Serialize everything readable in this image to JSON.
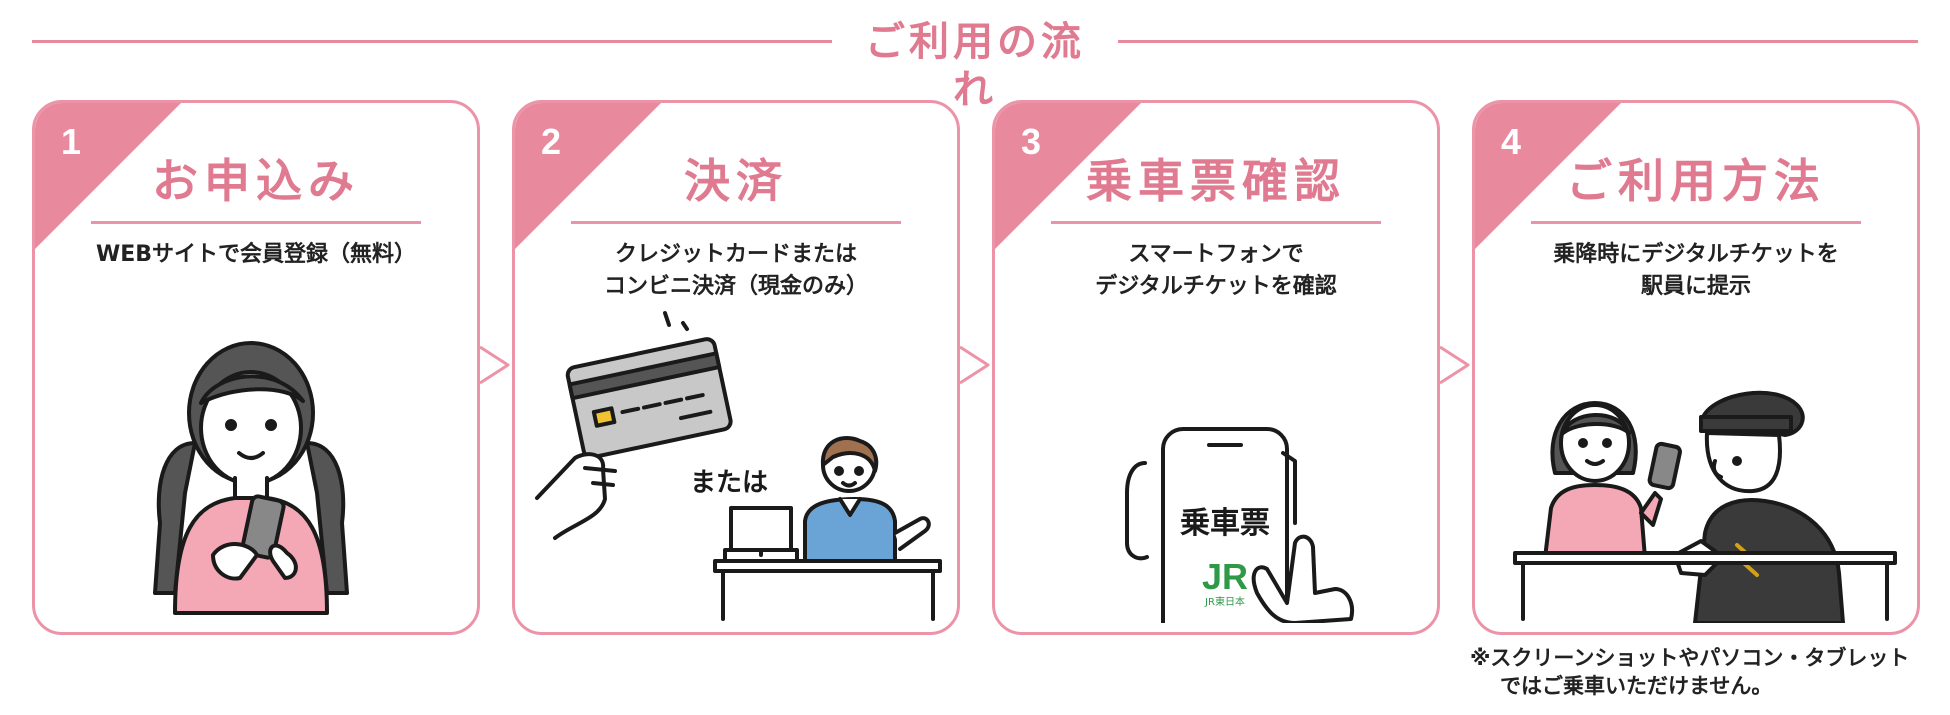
{
  "header": {
    "title": "ご利用の流れ"
  },
  "steps": [
    {
      "number": "1",
      "title": "お申込み",
      "desc": [
        "WEBサイトで会員登録（無料）"
      ]
    },
    {
      "number": "2",
      "title": "決済",
      "desc": [
        "クレジットカードまたは",
        "コンビニ決済（現金のみ）"
      ],
      "or_label": "または"
    },
    {
      "number": "3",
      "title": "乗車票確認",
      "desc": [
        "スマートフォンで",
        "デジタルチケットを確認"
      ],
      "phone_text": "乗車票",
      "logo_text": "JR",
      "logo_sub": "JR東日本"
    },
    {
      "number": "4",
      "title": "ご利用方法",
      "desc": [
        "乗降時にデジタルチケットを",
        "駅員に提示"
      ]
    }
  ],
  "footnote": [
    "※スクリーンショットやパソコン・タブレット",
    "ではご乗車いただけません。"
  ],
  "colors": {
    "accent": "#e9899e",
    "title_pink": "#e07a90",
    "skin": "#ffffff",
    "shirt_pink": "#f4a7b4",
    "staff_blue": "#6aa3d6",
    "jr_green": "#2e9a47"
  }
}
